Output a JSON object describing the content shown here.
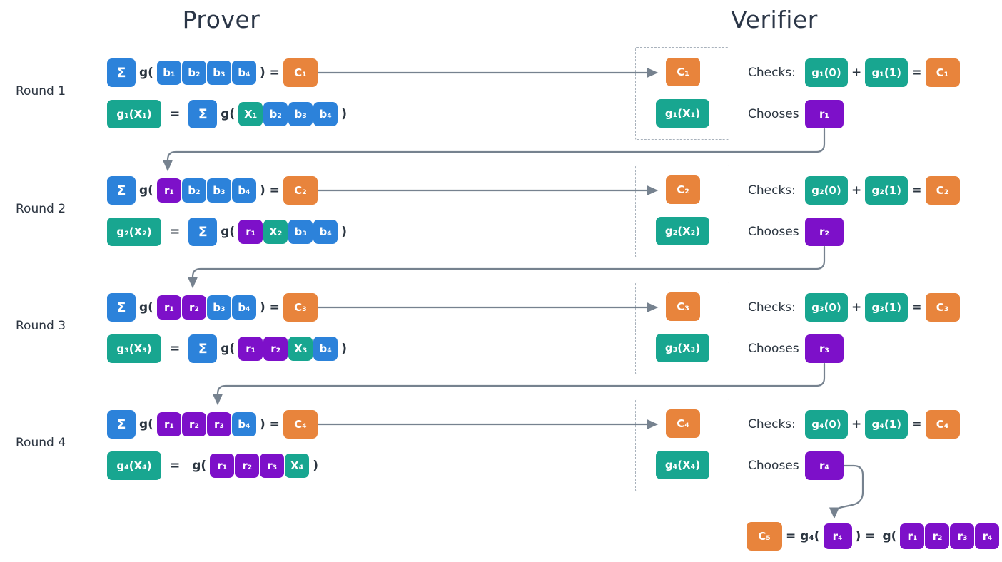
{
  "colors": {
    "blue": "#2c82da",
    "teal": "#18a690",
    "purple": "#7d10c9",
    "orange": "#e8843c",
    "arrow": "#76828f",
    "ink": "#2b3540",
    "title": "#2b3647"
  },
  "titles": {
    "prover": "Prover",
    "verifier": "Verifier"
  },
  "ops": {
    "sigma": "Σ",
    "g_open": "g(",
    "close_eq": ") =",
    "eq": "=",
    "close": ")",
    "plus": "+"
  },
  "labels": {
    "checks": "Checks:",
    "chooses": "Chooses"
  },
  "rounds": [
    {
      "label": "Round 1",
      "prover": {
        "line1": {
          "tokens": [
            {
              "t": "b₁",
              "c": "blue"
            },
            {
              "t": "b₂",
              "c": "blue"
            },
            {
              "t": "b₃",
              "c": "blue"
            },
            {
              "t": "b₄",
              "c": "blue"
            }
          ],
          "claim": {
            "t": "C₁",
            "c": "orange"
          }
        },
        "line2": {
          "lhs": {
            "t": "g₁(X₁)",
            "c": "teal"
          },
          "tokens": [
            {
              "t": "X₁",
              "c": "teal"
            },
            {
              "t": "b₂",
              "c": "blue"
            },
            {
              "t": "b₃",
              "c": "blue"
            },
            {
              "t": "b₄",
              "c": "blue"
            }
          ]
        }
      },
      "verifier": {
        "claim": {
          "t": "C₁",
          "c": "orange"
        },
        "poly": {
          "t": "g₁(X₁)",
          "c": "teal"
        },
        "check_a": {
          "t": "g₁(0)",
          "c": "teal"
        },
        "check_b": {
          "t": "g₁(1)",
          "c": "teal"
        },
        "check_c": {
          "t": "C₁",
          "c": "orange"
        },
        "random": {
          "t": "r₁",
          "c": "purple"
        }
      }
    },
    {
      "label": "Round 2",
      "prover": {
        "line1": {
          "tokens": [
            {
              "t": "r₁",
              "c": "purple"
            },
            {
              "t": "b₂",
              "c": "blue"
            },
            {
              "t": "b₃",
              "c": "blue"
            },
            {
              "t": "b₄",
              "c": "blue"
            }
          ],
          "claim": {
            "t": "C₂",
            "c": "orange"
          }
        },
        "line2": {
          "lhs": {
            "t": "g₂(X₂)",
            "c": "teal"
          },
          "tokens": [
            {
              "t": "r₁",
              "c": "purple"
            },
            {
              "t": "X₂",
              "c": "teal"
            },
            {
              "t": "b₃",
              "c": "blue"
            },
            {
              "t": "b₄",
              "c": "blue"
            }
          ]
        }
      },
      "verifier": {
        "claim": {
          "t": "C₂",
          "c": "orange"
        },
        "poly": {
          "t": "g₂(X₂)",
          "c": "teal"
        },
        "check_a": {
          "t": "g₂(0)",
          "c": "teal"
        },
        "check_b": {
          "t": "g₂(1)",
          "c": "teal"
        },
        "check_c": {
          "t": "C₂",
          "c": "orange"
        },
        "random": {
          "t": "r₂",
          "c": "purple"
        }
      }
    },
    {
      "label": "Round 3",
      "prover": {
        "line1": {
          "tokens": [
            {
              "t": "r₁",
              "c": "purple"
            },
            {
              "t": "r₂",
              "c": "purple"
            },
            {
              "t": "b₃",
              "c": "blue"
            },
            {
              "t": "b₄",
              "c": "blue"
            }
          ],
          "claim": {
            "t": "C₃",
            "c": "orange"
          }
        },
        "line2": {
          "lhs": {
            "t": "g₃(X₃)",
            "c": "teal"
          },
          "tokens": [
            {
              "t": "r₁",
              "c": "purple"
            },
            {
              "t": "r₂",
              "c": "purple"
            },
            {
              "t": "X₃",
              "c": "teal"
            },
            {
              "t": "b₄",
              "c": "blue"
            }
          ]
        }
      },
      "verifier": {
        "claim": {
          "t": "C₃",
          "c": "orange"
        },
        "poly": {
          "t": "g₃(X₃)",
          "c": "teal"
        },
        "check_a": {
          "t": "g₃(0)",
          "c": "teal"
        },
        "check_b": {
          "t": "g₃(1)",
          "c": "teal"
        },
        "check_c": {
          "t": "C₃",
          "c": "orange"
        },
        "random": {
          "t": "r₃",
          "c": "purple"
        }
      }
    },
    {
      "label": "Round 4",
      "prover": {
        "line1": {
          "tokens": [
            {
              "t": "r₁",
              "c": "purple"
            },
            {
              "t": "r₂",
              "c": "purple"
            },
            {
              "t": "r₃",
              "c": "purple"
            },
            {
              "t": "b₄",
              "c": "blue"
            }
          ],
          "claim": {
            "t": "C₄",
            "c": "orange"
          }
        },
        "line2": {
          "lhs": {
            "t": "g₄(X₄)",
            "c": "teal"
          },
          "tokens": [
            {
              "t": "r₁",
              "c": "purple"
            },
            {
              "t": "r₂",
              "c": "purple"
            },
            {
              "t": "r₃",
              "c": "purple"
            },
            {
              "t": "X₄",
              "c": "teal"
            }
          ]
        }
      },
      "verifier": {
        "claim": {
          "t": "C₄",
          "c": "orange"
        },
        "poly": {
          "t": "g₄(X₄)",
          "c": "teal"
        },
        "check_a": {
          "t": "g₄(0)",
          "c": "teal"
        },
        "check_b": {
          "t": "g₄(1)",
          "c": "teal"
        },
        "check_c": {
          "t": "C₄",
          "c": "orange"
        },
        "random": {
          "t": "r₄",
          "c": "purple"
        }
      }
    }
  ],
  "final": {
    "claim": {
      "t": "C₅",
      "c": "orange"
    },
    "mid1": "= g₄(",
    "r": {
      "t": "r₄",
      "c": "purple"
    },
    "mid2": ") =",
    "g_open": "g(",
    "tokens": [
      {
        "t": "r₁",
        "c": "purple"
      },
      {
        "t": "r₂",
        "c": "purple"
      },
      {
        "t": "r₃",
        "c": "purple"
      },
      {
        "t": "r₄",
        "c": "purple"
      }
    ],
    "close": ")"
  }
}
